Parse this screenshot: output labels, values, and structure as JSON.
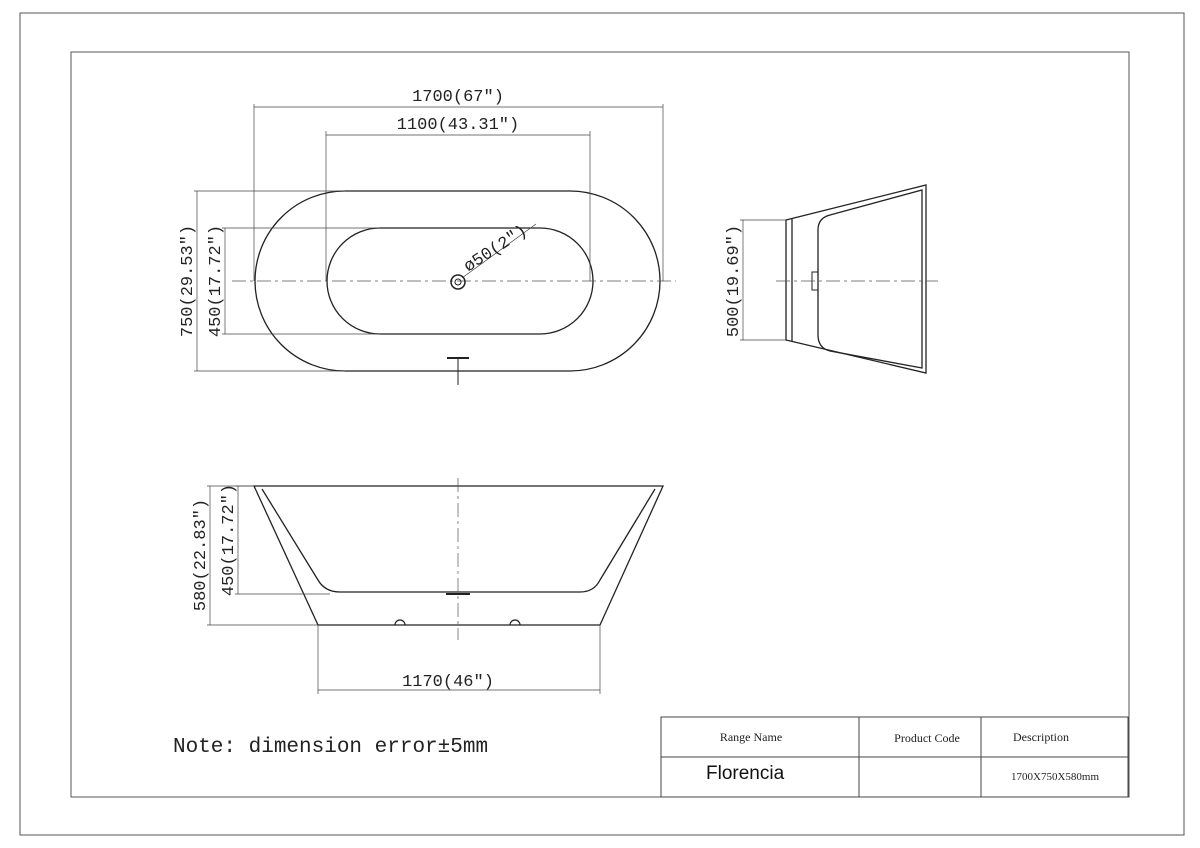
{
  "drawing": {
    "top_view": {
      "length_label": "1700(67″)",
      "inner_length_label": "1100(43.31″)",
      "width_label": "750(29.53″)",
      "inner_width_label": "450(17.72″)",
      "drain_label": "ø50(2″)"
    },
    "end_view": {
      "depth_label": "500(19.69″)"
    },
    "side_view": {
      "height_label": "580(22.83″)",
      "inner_height_label": "450(17.72″)",
      "base_length_label": "1170(46″)"
    },
    "note": "Note: dimension error±5mm"
  },
  "title_block": {
    "headers": {
      "range_name": "Range Name",
      "product_code": "Product Code",
      "description": "Description"
    },
    "values": {
      "range_name": "Florencia",
      "product_code": "",
      "description": "1700X750X580mm"
    }
  }
}
